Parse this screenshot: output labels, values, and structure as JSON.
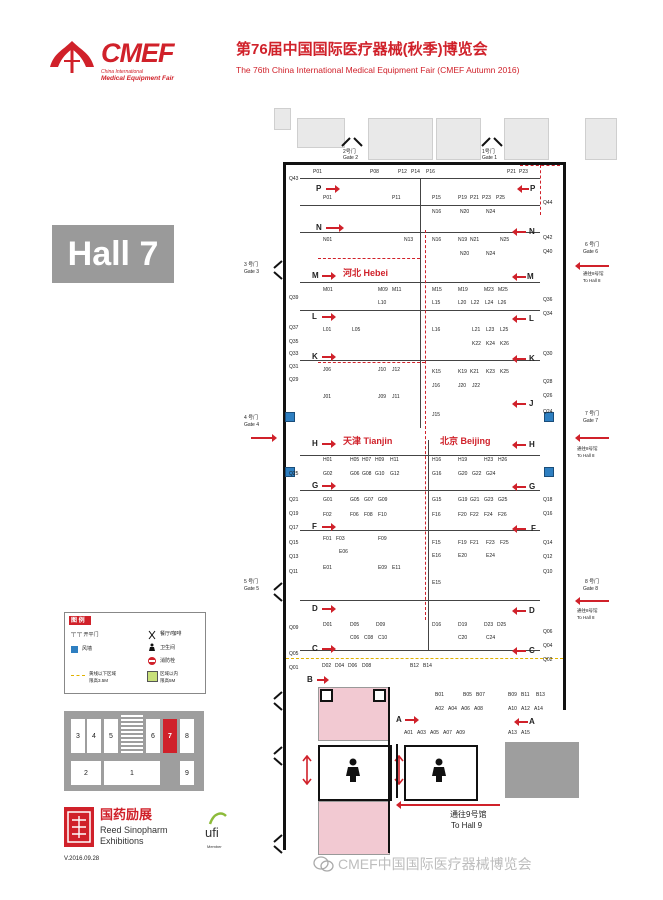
{
  "header": {
    "logo_text": "CMEF",
    "logo_sub1": "China International",
    "logo_sub2": "Medical Equipment Fair",
    "title_cn": "第76届中国国际医疗器械(秋季)博览会",
    "title_en": "The 76th China International Medical Equipment Fair (CMEF Autumn 2016)"
  },
  "hall_label": "Hall 7",
  "gates": {
    "gate2_cn": "2号门",
    "gate2_en": "Gate 2",
    "gate1_cn": "1号门",
    "gate1_en": "Gate 1",
    "gate3_cn": "3 号门",
    "gate3_en": "Gate 3",
    "gate4_cn": "4 号门",
    "gate4_en": "Gate 4",
    "gate5_cn": "5 号门",
    "gate5_en": "Gate 5",
    "gate6_cn": "6 号门",
    "gate6_en": "Gate 6",
    "gate7_cn": "7 号门",
    "gate7_en": "Gate 7",
    "gate8_cn": "8 号门",
    "gate8_en": "Gate 8",
    "to8_cn": "通往8号馆",
    "to8_en": "To Hall 8",
    "to9_cn": "通往9号馆",
    "to9_en": "To Hall 9"
  },
  "zones": {
    "hebei": "河北 Hebei",
    "tianjin": "天津 Tianjin",
    "beijing": "北京 Beijing"
  },
  "rows_left": [
    "P",
    "N",
    "M",
    "L",
    "K",
    "H",
    "G",
    "F",
    "D",
    "C",
    "B",
    "A"
  ],
  "booths": {
    "p01": "P01",
    "p08": "P08",
    "p12": "P12",
    "p14": "P14",
    "p16": "P16",
    "p21": "P21",
    "p23": "P23",
    "p01b": "P01",
    "p11": "P11",
    "p15": "P15",
    "p19": "P19",
    "p21b": "P21",
    "p23b": "P23",
    "p25": "P25",
    "n16": "N16",
    "n20": "N20",
    "n24": "N24",
    "n01": "N01",
    "n13": "N13",
    "n16b": "N16",
    "n19": "N19",
    "n21": "N21",
    "n25": "N25",
    "n20b": "N20",
    "n24b": "N24",
    "m01": "M01",
    "m09": "M09",
    "m11": "M11",
    "l10": "L10",
    "m15": "M15",
    "m19": "M19",
    "m23": "M23",
    "m25": "M25",
    "l15": "L15",
    "l20": "L20",
    "l22": "L22",
    "l24": "L24",
    "l26": "L26",
    "l01": "L01",
    "l05": "L05",
    "l16": "L16",
    "l21": "L21",
    "l23": "L23",
    "l25": "L25",
    "k22": "K22",
    "k24": "K24",
    "k26": "K26",
    "j06": "J06",
    "j10": "J10",
    "j12": "J12",
    "k15": "K15",
    "k19": "K19",
    "k21": "K21",
    "k23": "K23",
    "k25": "K25",
    "j16": "J16",
    "j20": "J20",
    "j22": "J22",
    "j01": "J01",
    "j09": "J09",
    "j11": "J11",
    "j15": "J15",
    "h01": "H01",
    "h05": "H05",
    "h07": "H07",
    "h09": "H09",
    "h11": "H11",
    "h16": "H16",
    "h19": "H19",
    "h23": "H23",
    "h26": "H26",
    "g02": "G02",
    "g06": "G06",
    "g08": "G08",
    "g10": "G10",
    "g12": "G12",
    "g16": "G16",
    "g20": "G20",
    "g22": "G22",
    "g24": "G24",
    "g01": "G01",
    "g05": "G05",
    "g07": "G07",
    "g09": "G09",
    "g15": "G15",
    "g19": "G19",
    "g21": "G21",
    "g23": "G23",
    "g25": "G25",
    "f02": "F02",
    "f06": "F06",
    "f08": "F08",
    "f10": "F10",
    "f16": "F16",
    "f20": "F20",
    "f22": "F22",
    "f24": "F24",
    "f26": "F26",
    "f01": "F01",
    "f03": "F03",
    "f09": "F09",
    "f15": "F15",
    "f19": "F19",
    "f21": "F21",
    "f23": "F23",
    "f25": "F25",
    "e06": "E06",
    "e01": "E01",
    "e09": "E09",
    "e11": "E11",
    "e16": "E16",
    "e20": "E20",
    "e24": "E24",
    "e15": "E15",
    "d01": "D01",
    "d05": "D05",
    "d09": "D09",
    "d16": "D16",
    "d19": "D19",
    "d23": "D23",
    "d25": "D25",
    "c06": "C06",
    "c08": "C08",
    "c10": "C10",
    "c20": "C20",
    "c24": "C24",
    "d02": "D02",
    "d04": "D04",
    "d06": "D06",
    "d08": "D08",
    "b12": "B12",
    "b14": "B14",
    "b01": "B01",
    "b05": "B05",
    "b07": "B07",
    "b09": "B09",
    "b11": "B11",
    "b13": "B13",
    "a02": "A02",
    "a04": "A04",
    "a06": "A06",
    "a08": "A08",
    "a10": "A10",
    "a12": "A12",
    "a14": "A14",
    "a01": "A01",
    "a03": "A03",
    "a05": "A05",
    "a07": "A07",
    "a09": "A09",
    "a13": "A13",
    "a15": "A15",
    "q43": "Q43",
    "q39": "Q39",
    "q37": "Q37",
    "q35": "Q35",
    "q33": "Q33",
    "q31": "Q31",
    "q29": "Q29",
    "q25": "Q25",
    "q21": "Q21",
    "q19": "Q19",
    "q17": "Q17",
    "q15": "Q15",
    "q13": "Q13",
    "q11": "Q11",
    "q09": "Q09",
    "q05": "Q05",
    "q01": "Q01",
    "q44": "Q44",
    "q42": "Q42",
    "q40": "Q40",
    "q36": "Q36",
    "q34": "Q34",
    "q30": "Q30",
    "q28": "Q28",
    "q26": "Q26",
    "q24": "Q24",
    "q18": "Q18",
    "q16": "Q16",
    "q14": "Q14",
    "q12": "Q12",
    "q10": "Q10",
    "q06": "Q06",
    "q04": "Q04",
    "q02": "Q02"
  },
  "legend": {
    "title": "图 例",
    "row1_left": "\"|\" \"|\" 开平门",
    "row1_right": "餐厅/咖啡",
    "row2_left": "风墙",
    "row2_right": "卫生间",
    "row3_right": "消防栓",
    "row4_left_a": "黄线以下区域",
    "row4_left_b": "限高3.5M",
    "row4_right_a": "区域以内",
    "row4_right_b": "限高5M"
  },
  "minimap": {
    "cells": [
      "3",
      "4",
      "5",
      "6",
      "7",
      "8",
      "2",
      "1",
      "9"
    ],
    "active": "7"
  },
  "footer": {
    "org_cn": "国药励展",
    "org_en1": "Reed Sinopharm",
    "org_en2": "Exhibitions",
    "ufi": "ufi",
    "ufi_sub": "Member",
    "version": "V.2016.09.28",
    "watermark": "CMEF中国国际医疗器械博览会"
  },
  "colors": {
    "brand_red": "#d0212a",
    "hall_label_bg": "#9a9a9a",
    "pink_area": "#f2c9d2",
    "gate_blue": "#2e7fc1"
  }
}
